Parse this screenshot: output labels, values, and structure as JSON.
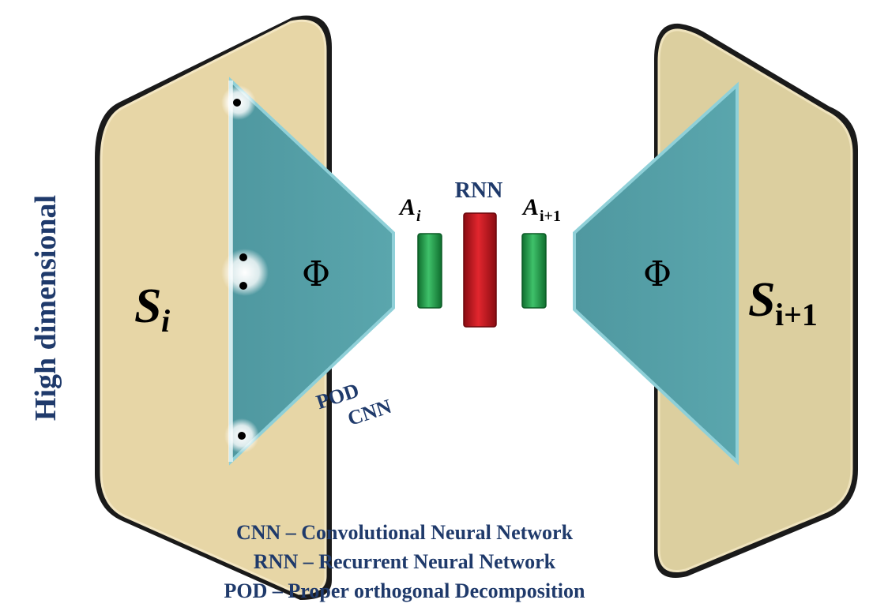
{
  "side_label": "High dimensional",
  "left_state": {
    "symbol": "S",
    "subscript": "i"
  },
  "right_state": {
    "symbol": "S",
    "subscript": "i+1"
  },
  "encoder_symbol": "Φ",
  "decoder_symbol": "Φ",
  "encoder_methods": [
    "POD",
    "CNN"
  ],
  "latent_in": {
    "symbol": "A",
    "subscript": "i"
  },
  "latent_out": {
    "symbol": "A",
    "subscript": "i+1"
  },
  "rnn_label": "RNN",
  "legend": [
    "CNN – Convolutional Neural Network",
    "RNN – Recurrent Neural Network",
    "POD – Proper orthogonal Decomposition"
  ],
  "colors": {
    "panel_fill": "#e7d6a6",
    "panel_border": "#1a1a1a",
    "trapezoid_fill": "#57a1a8",
    "trapezoid_edge": "#8fd0d8",
    "latent_green": "#1e9a45",
    "rnn_red": "#c9141d",
    "text_dark": "#1f3a6b"
  }
}
